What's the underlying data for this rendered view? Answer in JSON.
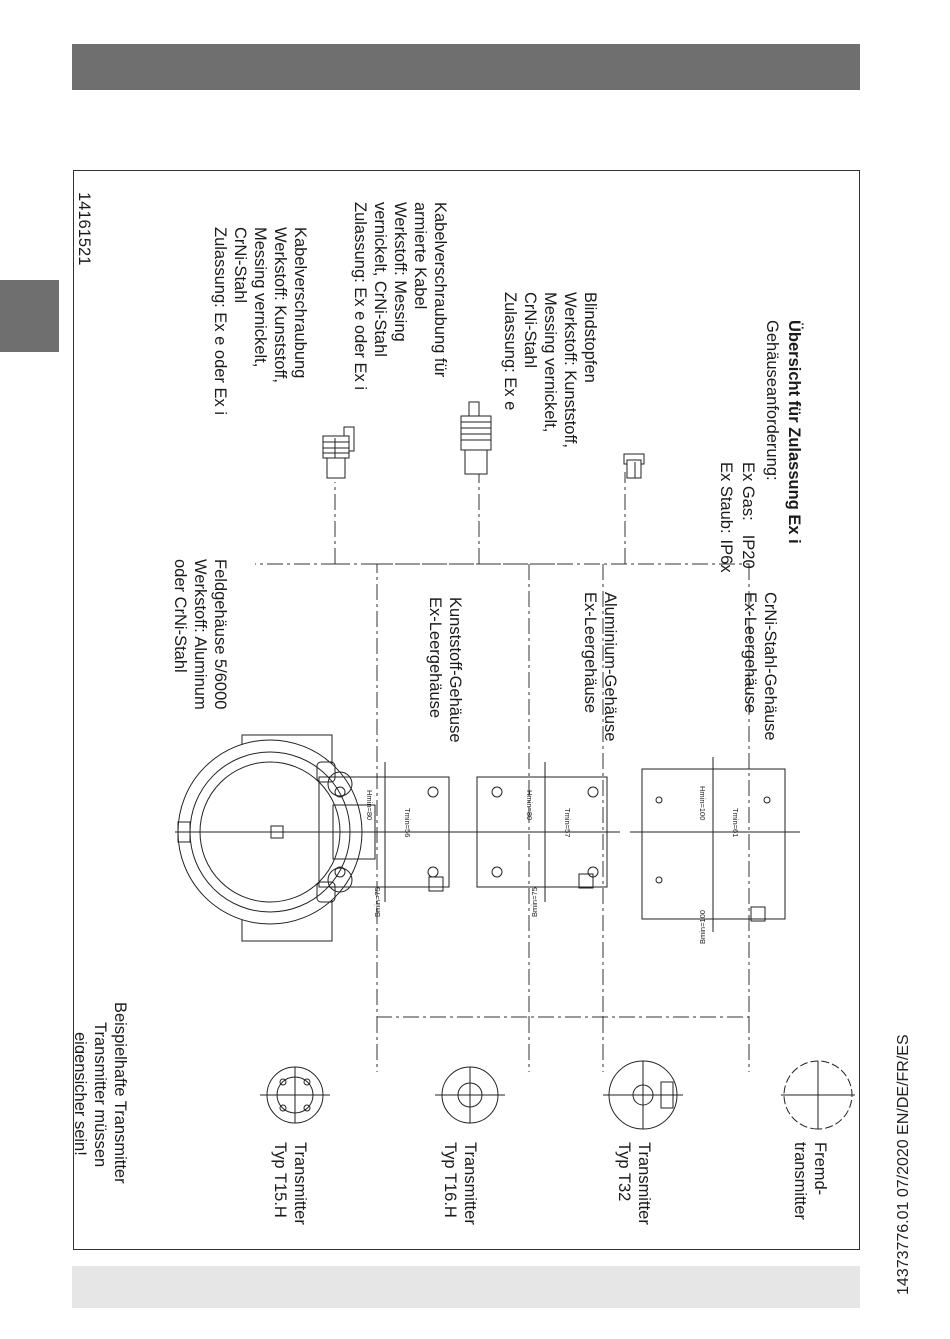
{
  "document_code": "14373776.01 07/2020 EN/DE/FR/ES",
  "drawing_number": "14161521",
  "transmitters": {
    "note": [
      "Beispielhafte Transmitter",
      "Transmitter müssen",
      "eigensicher sein!"
    ],
    "items": [
      {
        "lines": [
          "Transmitter",
          "Typ T15.H"
        ]
      },
      {
        "lines": [
          "Transmitter",
          "Typ T16.H"
        ]
      },
      {
        "lines": [
          "Transmitter",
          "Typ T32"
        ]
      },
      {
        "lines": [
          "Fremd-",
          "transmitter"
        ]
      }
    ]
  },
  "housings": [
    {
      "lines": [
        "Feldgehäuse 5/6000",
        "Werkstoff: Aluminum",
        "oder CrNi-Stahl"
      ]
    },
    {
      "lines": [
        "Kunststoff-Gehäuse",
        "Ex-Leergehäuse"
      ],
      "dims": {
        "h": "Hmin=80",
        "t": "Tmin=56",
        "b": "Bmin=75"
      }
    },
    {
      "lines": [
        "Aluminium-Gehäuse",
        "Ex-Leergehäuse"
      ],
      "dims": {
        "h": "Hmin=80",
        "t": "Tmin=57",
        "b": "Bmin=75"
      }
    },
    {
      "lines": [
        "CrNi-Stahl-Gehäuse",
        "Ex-Leergehäuse"
      ],
      "dims": {
        "h": "Hmin=100",
        "t": "Tmin=61",
        "b": "Bmin=100"
      }
    }
  ],
  "glands": [
    {
      "lines": [
        "Kabelverschraubung",
        "Werkstoff: Kunststoff,",
        "Messing vernickelt,",
        "CrNi-Stahl",
        "Zulassung: Ex e oder Ex i"
      ]
    },
    {
      "lines": [
        "Kabelverschraubung für",
        "armierte Kabel",
        "Werkstoff: Messing",
        "vernickelt, CrNi-Stahl",
        "Zulassung: Ex e oder Ex i"
      ]
    },
    {
      "lines": [
        "Blindstopfen",
        "Werkstoff: Kunststoff,",
        "Messing vernickelt,",
        "CrNi-Stahl",
        "Zulassung: Ex e"
      ]
    }
  ],
  "overview": {
    "title": "Übersicht für Zulassung Ex i",
    "subtitle": "Gehäuseanforderung:",
    "rows": [
      {
        "label": "Ex Gas:",
        "value": "IP20"
      },
      {
        "label": "Ex Staub:",
        "value": "IP6x"
      }
    ]
  }
}
